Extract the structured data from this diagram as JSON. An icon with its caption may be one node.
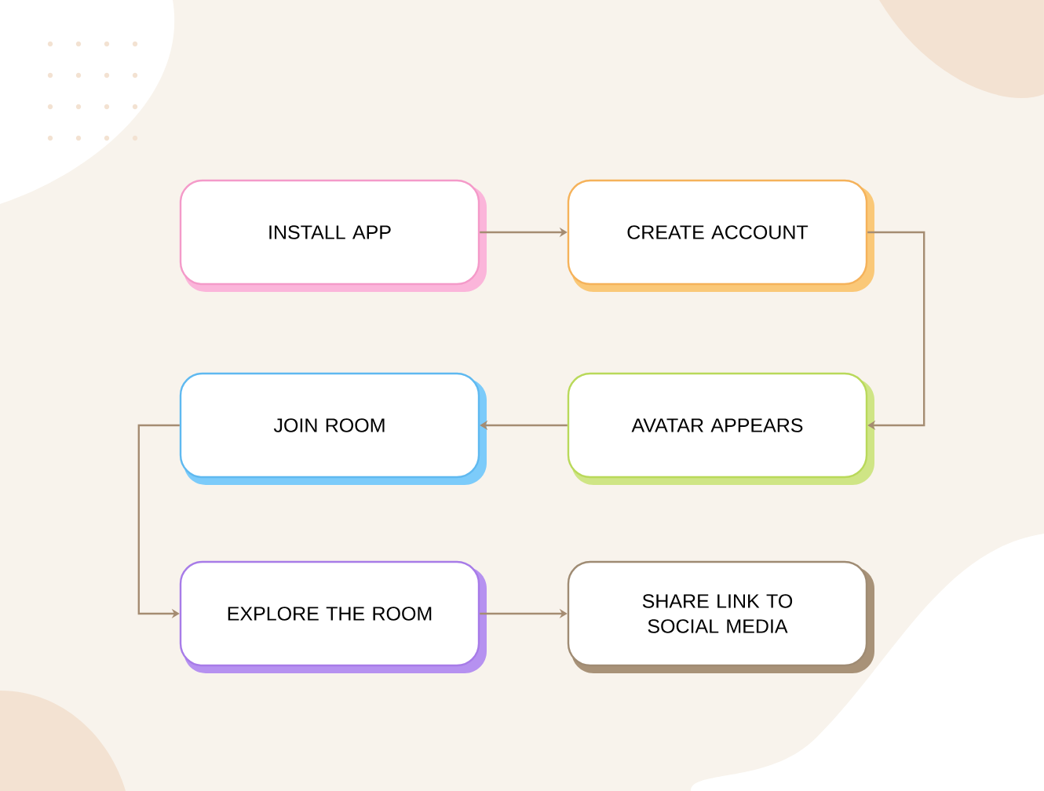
{
  "diagram": {
    "nodes": [
      {
        "text": [
          "INSTALL APP"
        ]
      },
      {
        "text": [
          "CREATE ACCOUNT"
        ]
      },
      {
        "text": [
          "JOIN ROOM"
        ]
      },
      {
        "text": [
          "AVATAR APPEARS"
        ]
      },
      {
        "text": [
          "EXPLORE THE ROOM"
        ]
      },
      {
        "text": [
          "SHARE LINK TO SOCIAL MEDIA"
        ]
      }
    ],
    "edges": [
      {
        "from": 0,
        "to": 1,
        "arrow": "to"
      },
      {
        "from": 1,
        "to": 3,
        "arrow": "to"
      },
      {
        "from": 3,
        "to": 2,
        "arrow": "to"
      },
      {
        "from": 2,
        "to": 4,
        "arrow": "to"
      },
      {
        "from": 4,
        "to": 5,
        "arrow": "to"
      }
    ]
  }
}
